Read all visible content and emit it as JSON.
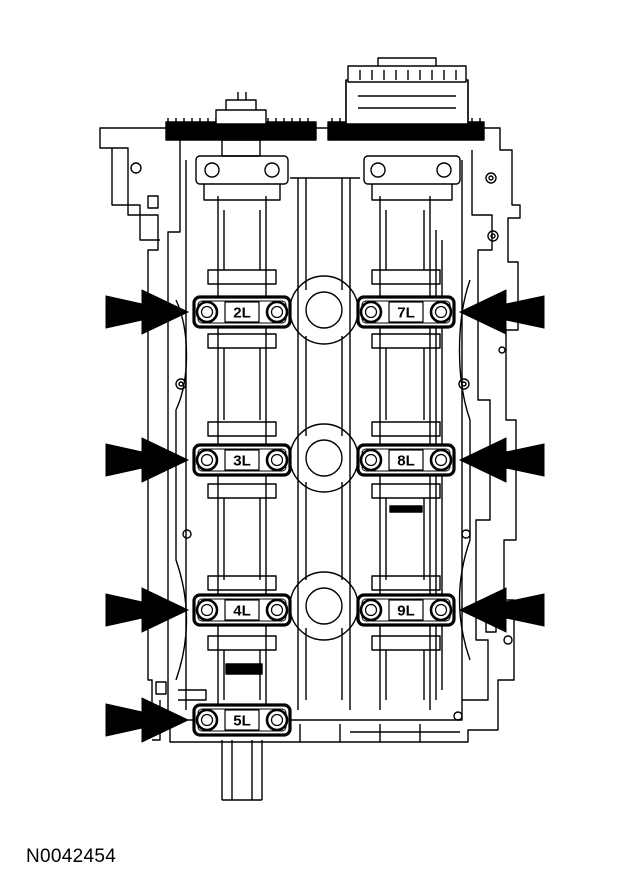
{
  "figure": {
    "reference_id": "N0042454",
    "line_color": "#000000",
    "background_color": "#ffffff",
    "caps": [
      {
        "id": "2L",
        "label": "2L",
        "side": "left",
        "row": 1
      },
      {
        "id": "3L",
        "label": "3L",
        "side": "left",
        "row": 2
      },
      {
        "id": "4L",
        "label": "4L",
        "side": "left",
        "row": 3
      },
      {
        "id": "5L",
        "label": "5L",
        "side": "left",
        "row": 4
      },
      {
        "id": "7L",
        "label": "7L",
        "side": "right",
        "row": 1
      },
      {
        "id": "8L",
        "label": "8L",
        "side": "right",
        "row": 2
      },
      {
        "id": "9L",
        "label": "9L",
        "side": "right",
        "row": 3
      }
    ],
    "arrows": [
      {
        "target": "2L",
        "direction": "right"
      },
      {
        "target": "3L",
        "direction": "right"
      },
      {
        "target": "4L",
        "direction": "right"
      },
      {
        "target": "5L",
        "direction": "right"
      },
      {
        "target": "7L",
        "direction": "left"
      },
      {
        "target": "8L",
        "direction": "left"
      },
      {
        "target": "9L",
        "direction": "left"
      }
    ]
  }
}
